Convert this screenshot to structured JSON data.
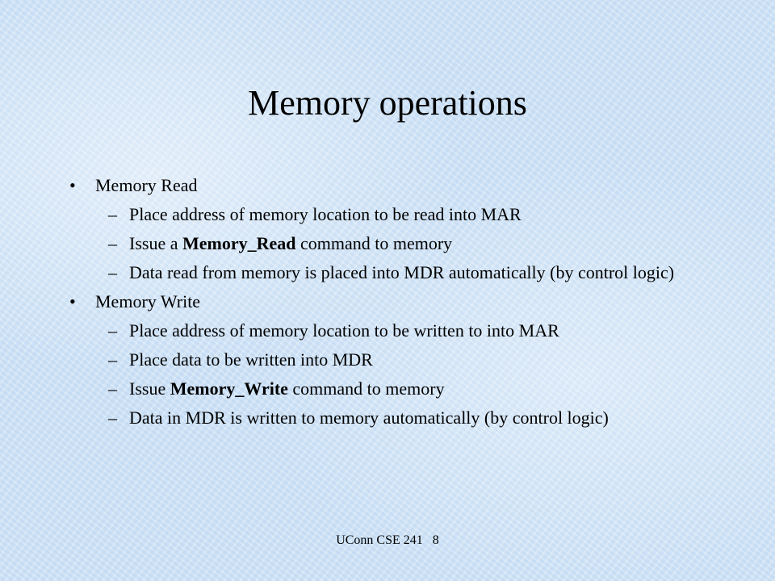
{
  "slide": {
    "title": "Memory operations",
    "sections": [
      {
        "heading": "Memory Read",
        "items": [
          {
            "before": "Place address of memory location to be read into MAR",
            "bold": "",
            "after": ""
          },
          {
            "before": "Issue a ",
            "bold": "Memory_Read",
            "after": " command to memory"
          },
          {
            "before": "Data read from memory is placed into MDR automatically (by control logic)",
            "bold": "",
            "after": ""
          }
        ]
      },
      {
        "heading": "Memory Write",
        "items": [
          {
            "before": "Place address of memory location to be written to into MAR",
            "bold": "",
            "after": ""
          },
          {
            "before": "Place data to be written into MDR",
            "bold": "",
            "after": ""
          },
          {
            "before": "Issue ",
            "bold": "Memory_Write",
            "after": " command to memory"
          },
          {
            "before": "Data in MDR is written to memory automatically (by control logic)",
            "bold": "",
            "after": ""
          }
        ]
      }
    ],
    "dash": "–",
    "footer": {
      "symbol": "",
      "text": "UConn CSE 241",
      "page": "8"
    }
  }
}
